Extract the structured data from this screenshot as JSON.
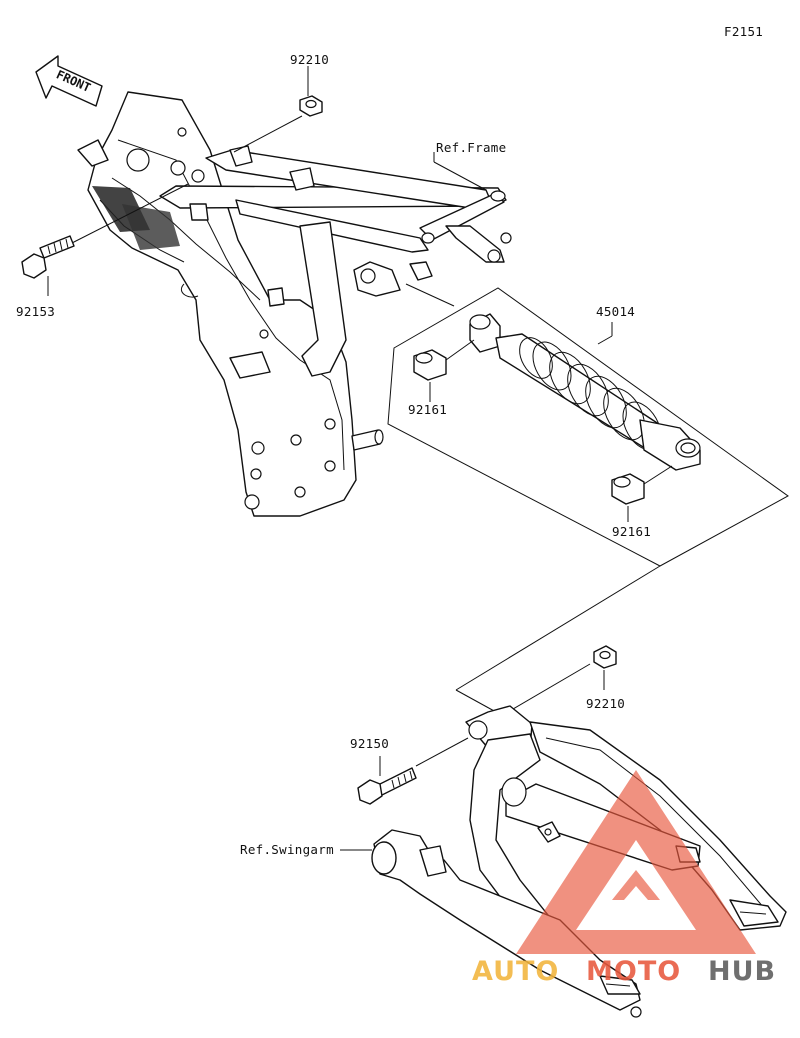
{
  "figure_id": "F2151",
  "front_label": "FRONT",
  "labels": {
    "frame_ref": "Ref.Frame",
    "swingarm_ref": "Ref.Swingarm",
    "shock_absorber": "45014",
    "collar_upper": "92161",
    "collar_lower": "92161",
    "nut_upper": "92210",
    "nut_lower": "92210",
    "bolt_upper": "92153",
    "bolt_lower": "92150"
  },
  "watermark": {
    "part1": "AUTO",
    "part2": "MOTO",
    "part3": "HUB",
    "colors": {
      "auto": "#f2b43c",
      "moto": "#e8583d",
      "hub": "#5c5c5c",
      "triangle": "#e8583d"
    }
  }
}
